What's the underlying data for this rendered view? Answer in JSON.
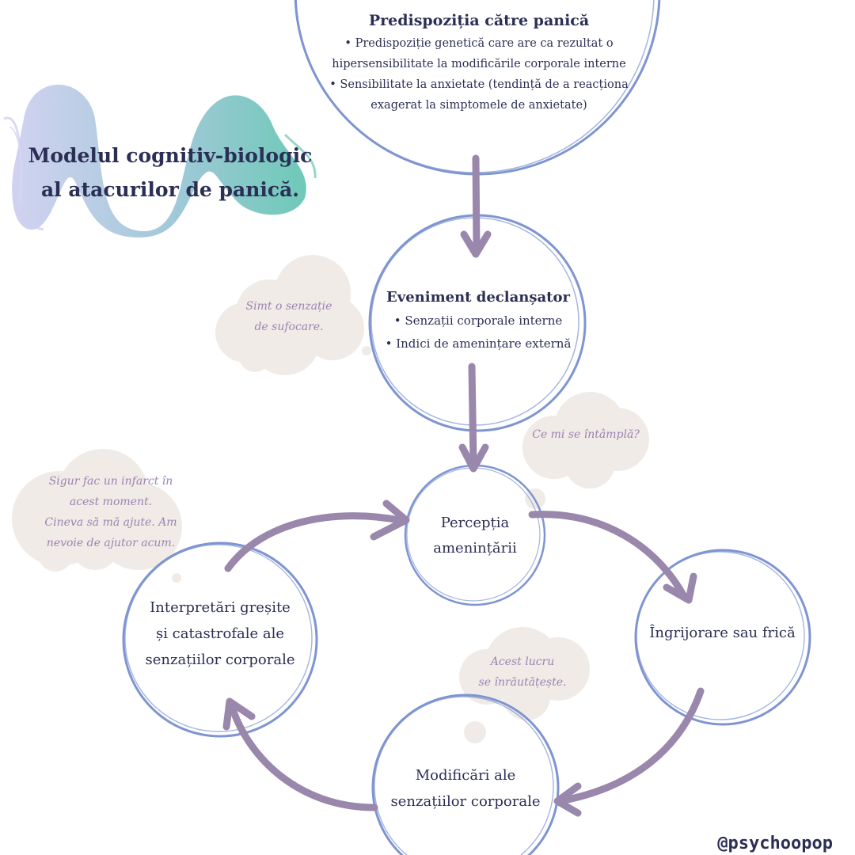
{
  "title": {
    "line1": "Modelul cognitiv-biologic",
    "line2": "al atacurilor de panică."
  },
  "nodes": {
    "predisposition": {
      "title": "Predispoziția către panică",
      "lines": [
        "• Predispoziție genetică care are ca rezultat o",
        "hipersensibilitate la modificările corporale interne",
        "• Sensibilitate la anxietate (tendință de a reacționa",
        "exagerat la simptomele de anxietate)"
      ]
    },
    "trigger": {
      "title": "Eveniment declanșator",
      "lines": [
        "• Senzații corporale interne",
        "• Indici de amenințare externă"
      ]
    },
    "perception": {
      "lines": [
        "Percepția",
        "amenințării"
      ]
    },
    "worry": {
      "lines": [
        "Îngrijorare sau frică"
      ]
    },
    "bodily_changes": {
      "lines": [
        "Modificări ale",
        "senzațiilor corporale"
      ]
    },
    "misinterpretation": {
      "lines": [
        "Interpretări greșite",
        "și catastrofale ale",
        "senzațiilor corporale"
      ]
    }
  },
  "thoughts": {
    "suffocation": [
      "Simt o senzație",
      "de sufocare."
    ],
    "whats_happening": [
      "Ce mi se întâmplă?"
    ],
    "heart_attack": [
      "Sigur fac un infarct în",
      "acest moment.",
      "Cineva să mă ajute. Am",
      "nevoie de ajutor acum."
    ],
    "getting_worse": [
      "Acest lucru",
      "se înrăutățește."
    ]
  },
  "handle": "@psychoopop",
  "colors": {
    "text": "#2b2f55",
    "circle_stroke": "#7f95d1",
    "arrow": "#9a87ac",
    "cloud": "#f0ebe6",
    "thought_text": "#9a84b2",
    "blob_start": "#c7c9ee",
    "blob_end": "#6fc9b9"
  }
}
